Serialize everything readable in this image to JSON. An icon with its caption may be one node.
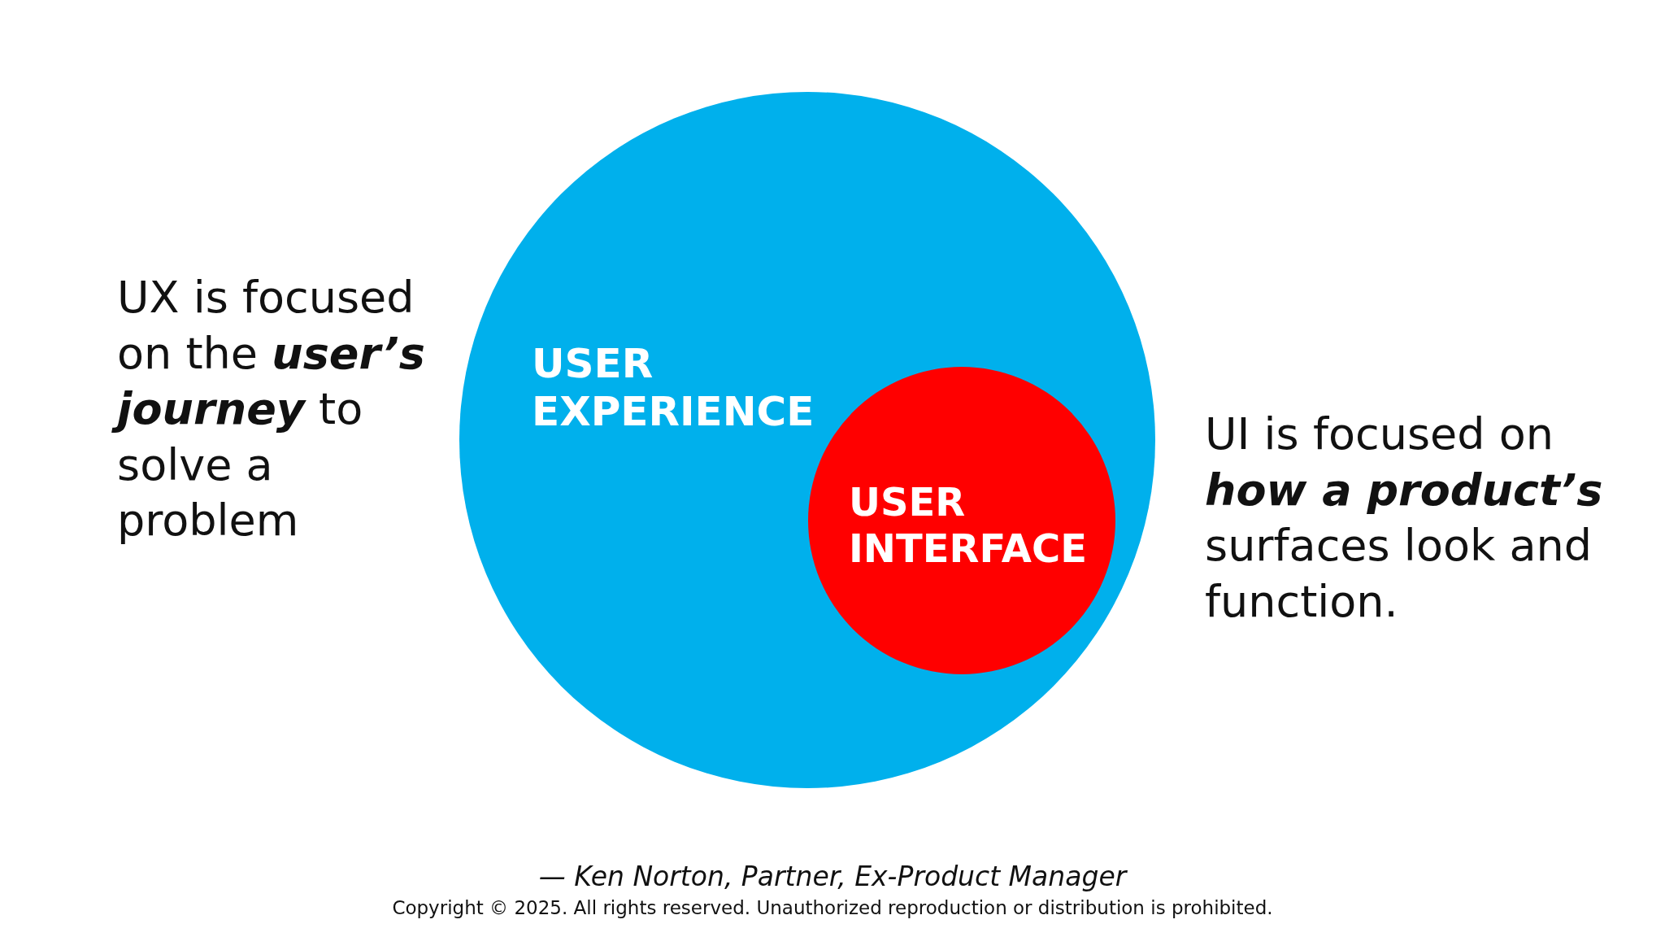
{
  "diagram": {
    "caption": "— Ken Norton, Partner, Ex-Product Manager",
    "nodes": [
      {
        "text": [
          "USER EXPERIENCE"
        ]
      },
      {
        "text": [
          "USER INTERFACE"
        ],
        "in": 0
      }
    ],
    "labels": [
      "UX is focused on the **user’s journey** to solve a problem",
      "UI is focused on **how a product’s** surfaces look and function.",
      "Copyright © 2025. All rights reserved. Unauthorized reproduction or distribution is prohibited."
    ]
  }
}
